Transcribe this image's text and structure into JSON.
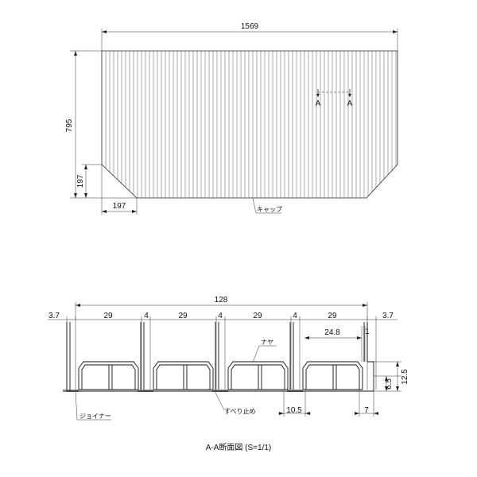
{
  "plan_view": {
    "width_label": "1569",
    "height_label": "795",
    "chamfer_height_label": "197",
    "chamfer_width_label": "197",
    "section_mark_left": "A",
    "section_mark_right": "A",
    "cap_label": "キャップ"
  },
  "section_view": {
    "overall_label": "128",
    "edge_left_label": "3.7",
    "edge_right_label": "3.7",
    "panel_labels": [
      "29",
      "29",
      "29",
      "29"
    ],
    "gap_labels": [
      "4",
      "4",
      "4"
    ],
    "inner_width_label": "24.8",
    "thickness_label": "1",
    "height_label": "12.5",
    "lower_height_label": "6.5",
    "slip_stop_width_label": "10.5",
    "joiner_width_label": "7",
    "rib_label": "ナヤ",
    "joiner_label": "ジョイナー",
    "slip_stop_label": "すべり止め"
  },
  "caption": "A-A断面図 (S=1/1)"
}
